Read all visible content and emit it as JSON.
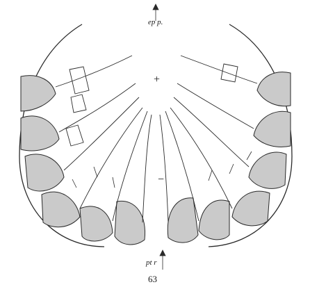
{
  "figure": {
    "top_label": "ep p.",
    "bottom_label": "pt r",
    "plus_sign": "+",
    "minus_sign": "−",
    "figure_number": "63",
    "colors": {
      "ink": "#2a2a2a",
      "cell_fill": "#c9c9c9",
      "background": "#ffffff"
    }
  }
}
